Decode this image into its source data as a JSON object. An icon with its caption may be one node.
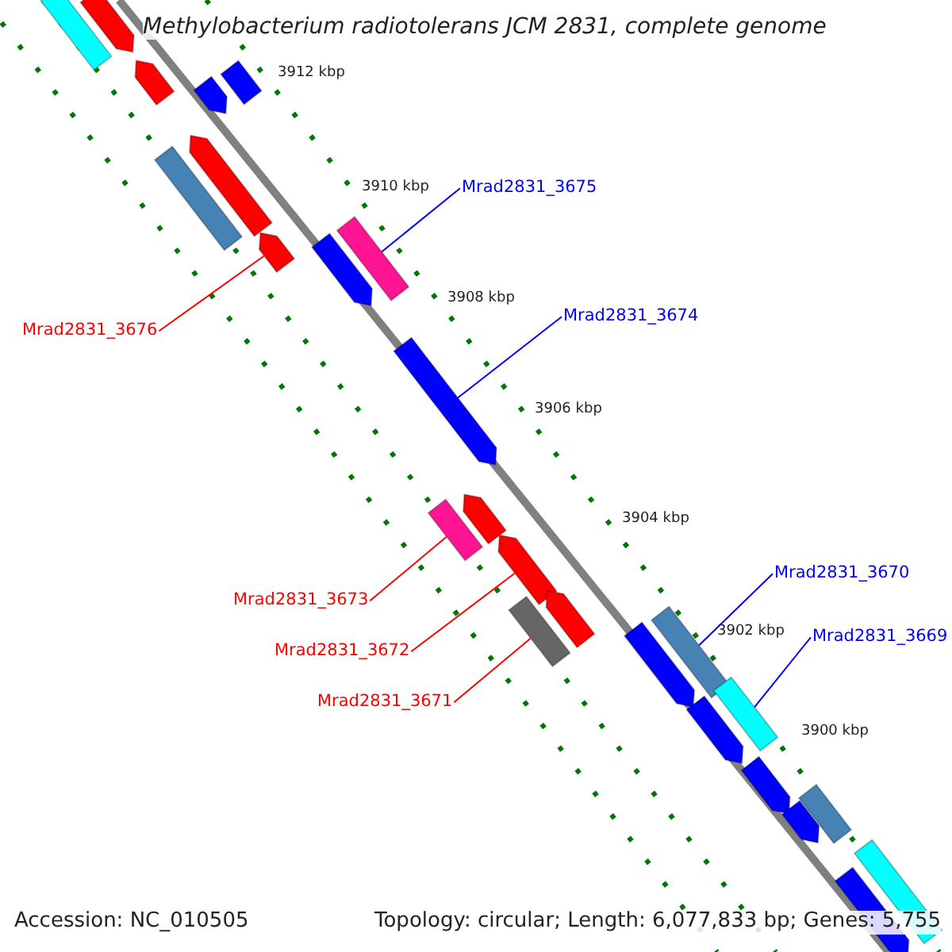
{
  "diagram": {
    "title": "Methylobacterium radiotolerans JCM 2831, complete genome",
    "nodes": [
      {
        "text": [
          "Mrad2831_3675"
        ]
      },
      {
        "text": [
          "Mrad2831_3674"
        ]
      },
      {
        "text": [
          "Mrad2831_3676"
        ]
      },
      {
        "text": [
          "Mrad2831_3673"
        ]
      },
      {
        "text": [
          "Mrad2831_3672"
        ]
      },
      {
        "text": [
          "Mrad2831_3671"
        ]
      },
      {
        "text": [
          "Mrad2831_3670"
        ]
      },
      {
        "text": [
          "Mrad2831_3669"
        ]
      },
      {
        "text": [],
        "shape": "bar"
      },
      {
        "text": [],
        "shape": "bar"
      },
      {
        "text": [],
        "shape": "bar"
      },
      {
        "text": [],
        "shape": "bar"
      },
      {
        "text": [],
        "shape": "bar"
      },
      {
        "text": [],
        "shape": "bar"
      },
      {
        "text": [],
        "shape": "bar"
      },
      {
        "text": [],
        "shape": "bar"
      },
      {
        "text": [],
        "shape": "bar"
      },
      {
        "text": [],
        "shape": "bar"
      },
      {
        "text": [],
        "shape": "bar"
      },
      {
        "text": [],
        "shape": "bar"
      },
      {
        "text": [],
        "shape": "bar"
      },
      {
        "text": [],
        "shape": "bar"
      },
      {
        "text": [],
        "shape": "bar"
      },
      {
        "text": [],
        "shape": "bar"
      },
      {
        "text": [],
        "shape": "bar"
      },
      {
        "text": [],
        "shape": "bar"
      },
      {
        "text": [],
        "shape": "bar"
      },
      {
        "text": [],
        "shape": "bar"
      },
      {
        "text": [],
        "shape": "bar"
      },
      {
        "text": [],
        "shape": "bar"
      },
      {
        "text": [],
        "shape": "bar"
      },
      {
        "text": [],
        "shape": "bar"
      },
      {
        "text": [],
        "shape": "bar"
      }
    ],
    "edges": [
      {
        "from": 0,
        "to": 17,
        "arrow": "none",
        "color": "#0000ff"
      },
      {
        "from": 1,
        "to": 18,
        "arrow": "none",
        "color": "#0000ff"
      },
      {
        "from": 2,
        "to": 15,
        "arrow": "none",
        "color": "#ff0000"
      },
      {
        "from": 3,
        "to": 19,
        "arrow": "none",
        "color": "#ff0000"
      },
      {
        "from": 4,
        "to": 21,
        "arrow": "none",
        "color": "#ff0000"
      },
      {
        "from": 5,
        "to": 23,
        "arrow": "none",
        "color": "#ff0000"
      },
      {
        "from": 6,
        "to": 25,
        "arrow": "none",
        "color": "#0000ff"
      },
      {
        "from": 7,
        "to": 27,
        "arrow": "none",
        "color": "#0000ff"
      }
    ],
    "labels": [
      "3912 kbp",
      "3910 kbp",
      "3908 kbp",
      "3906 kbp",
      "3904 kbp",
      "3902 kbp",
      "3900 kbp",
      "Accession: NC_010505",
      "Topology: circular; Length: 6,077,833 bp; Genes: 5,755"
    ]
  }
}
